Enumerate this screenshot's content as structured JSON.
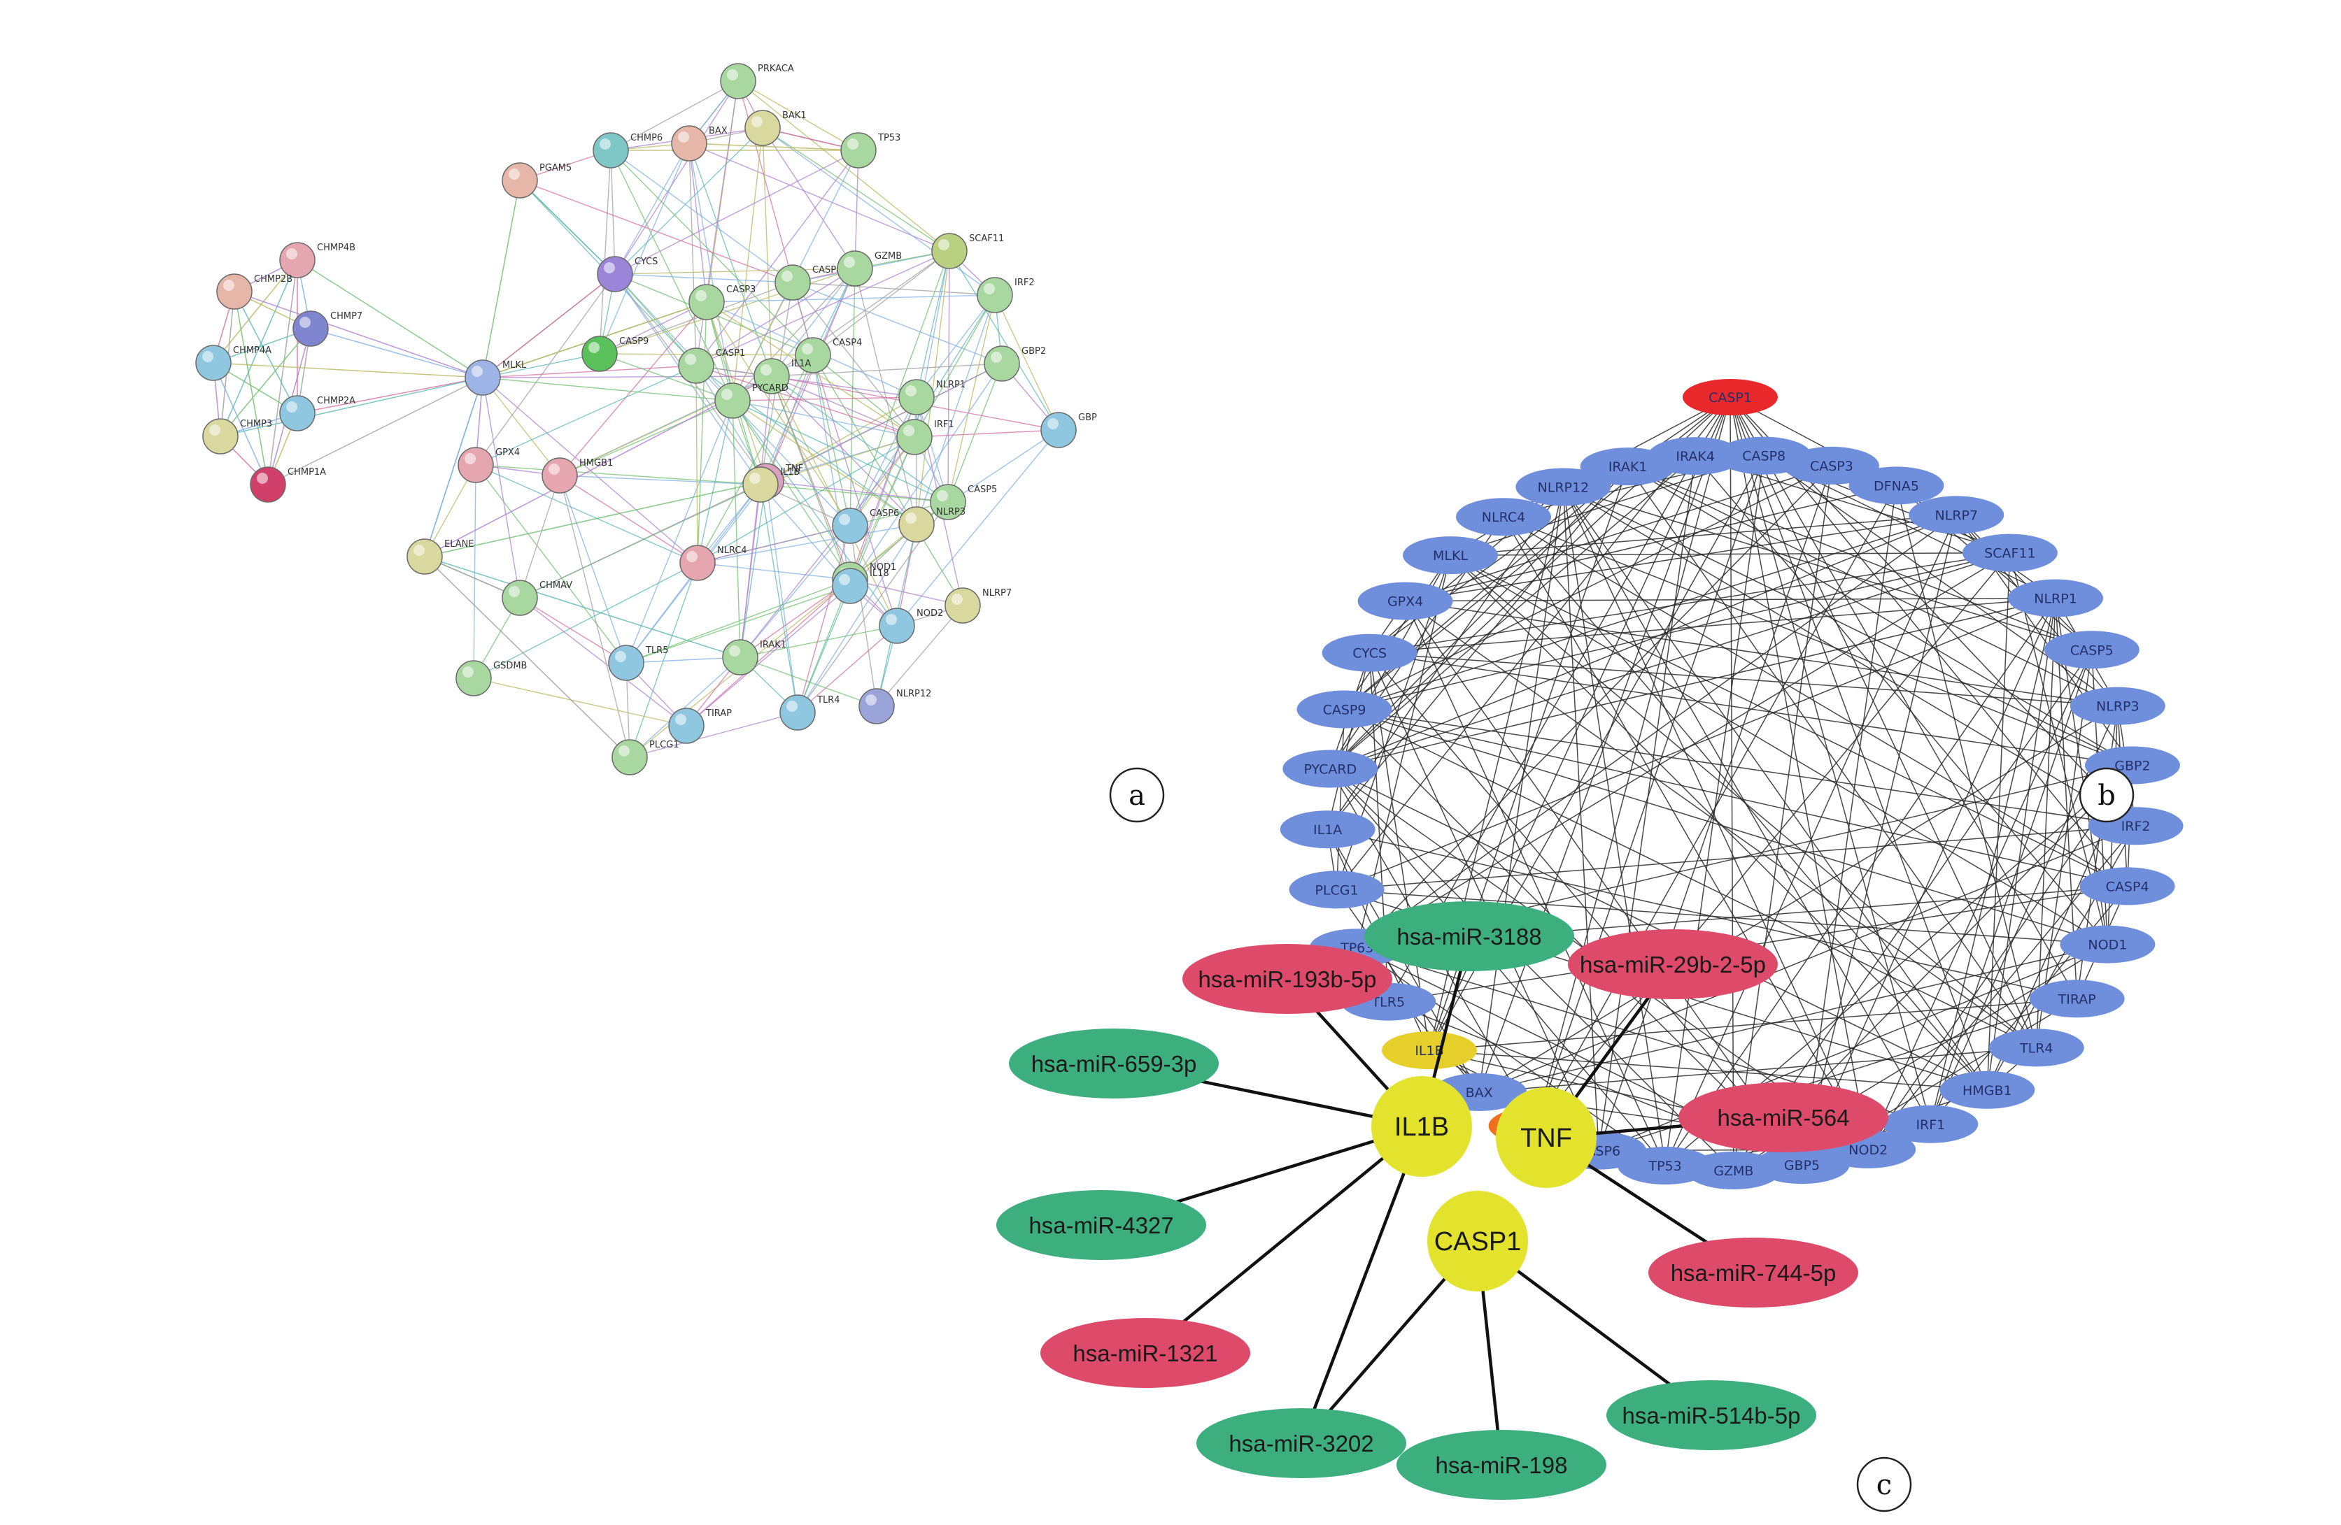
{
  "panels": [
    {
      "letter": "a"
    },
    {
      "letter": "b"
    },
    {
      "letter": "c"
    }
  ],
  "panel_a": {
    "nodes": [
      {
        "label": "PRKACA",
        "color": "#a8d8a0"
      },
      {
        "label": "BAX",
        "color": "#e6b7a8"
      },
      {
        "label": "BAK1",
        "color": "#d9d89e"
      },
      {
        "label": "TP53",
        "color": "#a8d8a0"
      },
      {
        "label": "CHMP6",
        "color": "#7fc7c7"
      },
      {
        "label": "PGAM5",
        "color": "#e6b7a8"
      },
      {
        "label": "CHMP4B",
        "color": "#e6a6b0"
      },
      {
        "label": "CHMP2B",
        "color": "#e6b7a8"
      },
      {
        "label": "CHMP7",
        "color": "#7f85cf"
      },
      {
        "label": "CHMP4A",
        "color": "#8fc7e0"
      },
      {
        "label": "CHMP2A",
        "color": "#8fc7e0"
      },
      {
        "label": "CHMP3",
        "color": "#d9d89e"
      },
      {
        "label": "CHMP1A",
        "color": "#d0406a"
      },
      {
        "label": "MLKL",
        "color": "#9fb4e6"
      },
      {
        "label": "CYCS",
        "color": "#9a85d9"
      },
      {
        "label": "CASP8",
        "color": "#a8d8a0"
      },
      {
        "label": "GZMB",
        "color": "#a8d8a0"
      },
      {
        "label": "SCAF11",
        "color": "#b8d080"
      },
      {
        "label": "IRF2",
        "color": "#a8d8a0"
      },
      {
        "label": "GBP2",
        "color": "#a8d8a0"
      },
      {
        "label": "GBP",
        "color": "#8fc7e0"
      },
      {
        "label": "CASP4",
        "color": "#a8d8a0"
      },
      {
        "label": "CASP3",
        "color": "#a8d8a0"
      },
      {
        "label": "CASP9",
        "color": "#59c05a"
      },
      {
        "label": "NLRP1",
        "color": "#a8d8a0"
      },
      {
        "label": "IRF1",
        "color": "#a8d8a0"
      },
      {
        "label": "GPX4",
        "color": "#e6a6b0"
      },
      {
        "label": "HMGB1",
        "color": "#e6a6b0"
      },
      {
        "label": "IL1A",
        "color": "#a8d8a0"
      },
      {
        "label": "PYCARD",
        "color": "#a8d8a0"
      },
      {
        "label": "CASP5",
        "color": "#a8d8a0"
      },
      {
        "label": "TNF",
        "color": "#d9a0c0"
      },
      {
        "label": "NLRC4",
        "color": "#e6a6b0"
      },
      {
        "label": "NOD1",
        "color": "#a8d8a0"
      },
      {
        "label": "NOD2",
        "color": "#8fc7e0"
      },
      {
        "label": "NLRP7",
        "color": "#d9d89e"
      },
      {
        "label": "ELANE",
        "color": "#d9d89e"
      },
      {
        "label": "CHMAV",
        "color": "#a8d8a0"
      },
      {
        "label": "GSDMB",
        "color": "#a8d8a0"
      },
      {
        "label": "IL18",
        "color": "#8fc7e0"
      },
      {
        "label": "IRAK1",
        "color": "#a8d8a0"
      },
      {
        "label": "TLR4",
        "color": "#8fc7e0"
      },
      {
        "label": "TLR5",
        "color": "#8fc7e0"
      },
      {
        "label": "NLRP12",
        "color": "#9aa4d9"
      },
      {
        "label": "PLCG1",
        "color": "#a8d8a0"
      },
      {
        "label": "TIRAP",
        "color": "#8fc7e0"
      },
      {
        "label": "CASP1",
        "color": "#a8d8a0"
      },
      {
        "label": "IL1B",
        "color": "#d9d89e"
      },
      {
        "label": "NLRP3",
        "color": "#d9d89e"
      },
      {
        "label": "CASP6",
        "color": "#8fc7e0"
      }
    ]
  },
  "panel_b": {
    "center": {
      "label": "CASP1",
      "color": "#e8282a"
    },
    "ring": [
      {
        "label": "CASP8"
      },
      {
        "label": "CASP3"
      },
      {
        "label": "DFNA5"
      },
      {
        "label": "NLRP7"
      },
      {
        "label": "SCAF11"
      },
      {
        "label": "NLRP1"
      },
      {
        "label": "CASP5"
      },
      {
        "label": "NLRP3"
      },
      {
        "label": "GBP2"
      },
      {
        "label": "IRF2"
      },
      {
        "label": "CASP4"
      },
      {
        "label": "NOD1"
      },
      {
        "label": "TIRAP"
      },
      {
        "label": "TLR4"
      },
      {
        "label": "HMGB1"
      },
      {
        "label": "IRF1"
      },
      {
        "label": "NOD2"
      },
      {
        "label": "GBP5"
      },
      {
        "label": "GZMB"
      },
      {
        "label": "TP53"
      },
      {
        "label": "CASP6"
      },
      {
        "label": "TNF",
        "color": "#f07020"
      },
      {
        "label": "BAX"
      },
      {
        "label": "IL1B",
        "color": "#e6cf2a"
      },
      {
        "label": "TLR5"
      },
      {
        "label": "TP63"
      },
      {
        "label": "PLCG1"
      },
      {
        "label": "IL1A"
      },
      {
        "label": "PYCARD"
      },
      {
        "label": "CASP9"
      },
      {
        "label": "CYCS"
      },
      {
        "label": "GPX4"
      },
      {
        "label": "MLKL"
      },
      {
        "label": "NLRC4"
      },
      {
        "label": "NLRP12"
      },
      {
        "label": "IRAK1"
      },
      {
        "label": "IRAK4"
      }
    ],
    "default_color": "#6f8fdc"
  },
  "panel_c": {
    "hubs": [
      {
        "label": "IL1B"
      },
      {
        "label": "TNF"
      },
      {
        "label": "CASP1"
      }
    ],
    "hub_color": "#e3e32e",
    "mirnas": [
      {
        "label": "hsa-miR-3188",
        "type": "green"
      },
      {
        "label": "hsa-miR-193b-5p",
        "type": "red"
      },
      {
        "label": "hsa-miR-29b-2-5p",
        "type": "red"
      },
      {
        "label": "hsa-miR-659-3p",
        "type": "green"
      },
      {
        "label": "hsa-miR-564",
        "type": "red"
      },
      {
        "label": "hsa-miR-4327",
        "type": "green"
      },
      {
        "label": "hsa-miR-744-5p",
        "type": "red"
      },
      {
        "label": "hsa-miR-1321",
        "type": "red"
      },
      {
        "label": "hsa-miR-514b-5p",
        "type": "green"
      },
      {
        "label": "hsa-miR-3202",
        "type": "green"
      },
      {
        "label": "hsa-miR-198",
        "type": "green"
      }
    ],
    "colors": {
      "green": "#3daf7e",
      "red": "#dd4a6a"
    }
  }
}
